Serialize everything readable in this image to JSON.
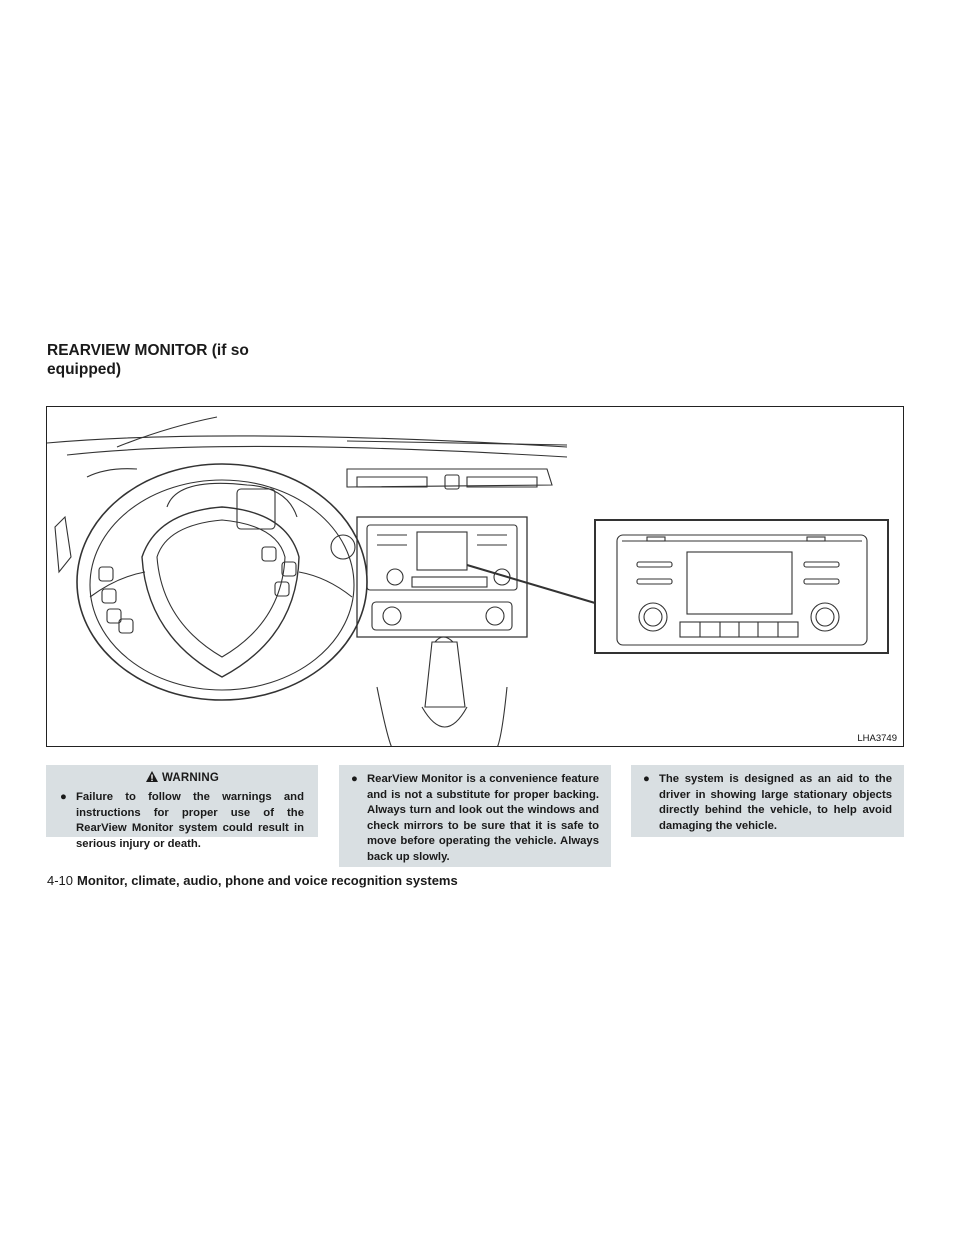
{
  "section": {
    "title_line1": "REARVIEW MONITOR (if so",
    "title_line2": "equipped)"
  },
  "figure": {
    "code": "LHA3749",
    "icon": "dashboard-illustration"
  },
  "warning": {
    "heading": "WARNING",
    "icon": "warning-triangle-icon",
    "bullet": "●",
    "items": [
      "Failure to follow the warnings and instructions for proper use of the RearView Monitor system could result in serious injury or death.",
      "RearView Monitor is a convenience feature and is not a substitute for proper backing. Always turn and look out the windows and check mirrors to be sure that it is safe to move before operating the vehicle. Always back up slowly.",
      "The system is designed as an aid to the driver in showing large stationary objects directly behind the vehicle, to help avoid damaging the vehicle."
    ]
  },
  "footer": {
    "page_number": "4-10",
    "chapter": "Monitor, climate, audio, phone and voice recognition systems"
  },
  "colors": {
    "panel_bg": "#d9dfe2",
    "text": "#1a1a1a"
  }
}
